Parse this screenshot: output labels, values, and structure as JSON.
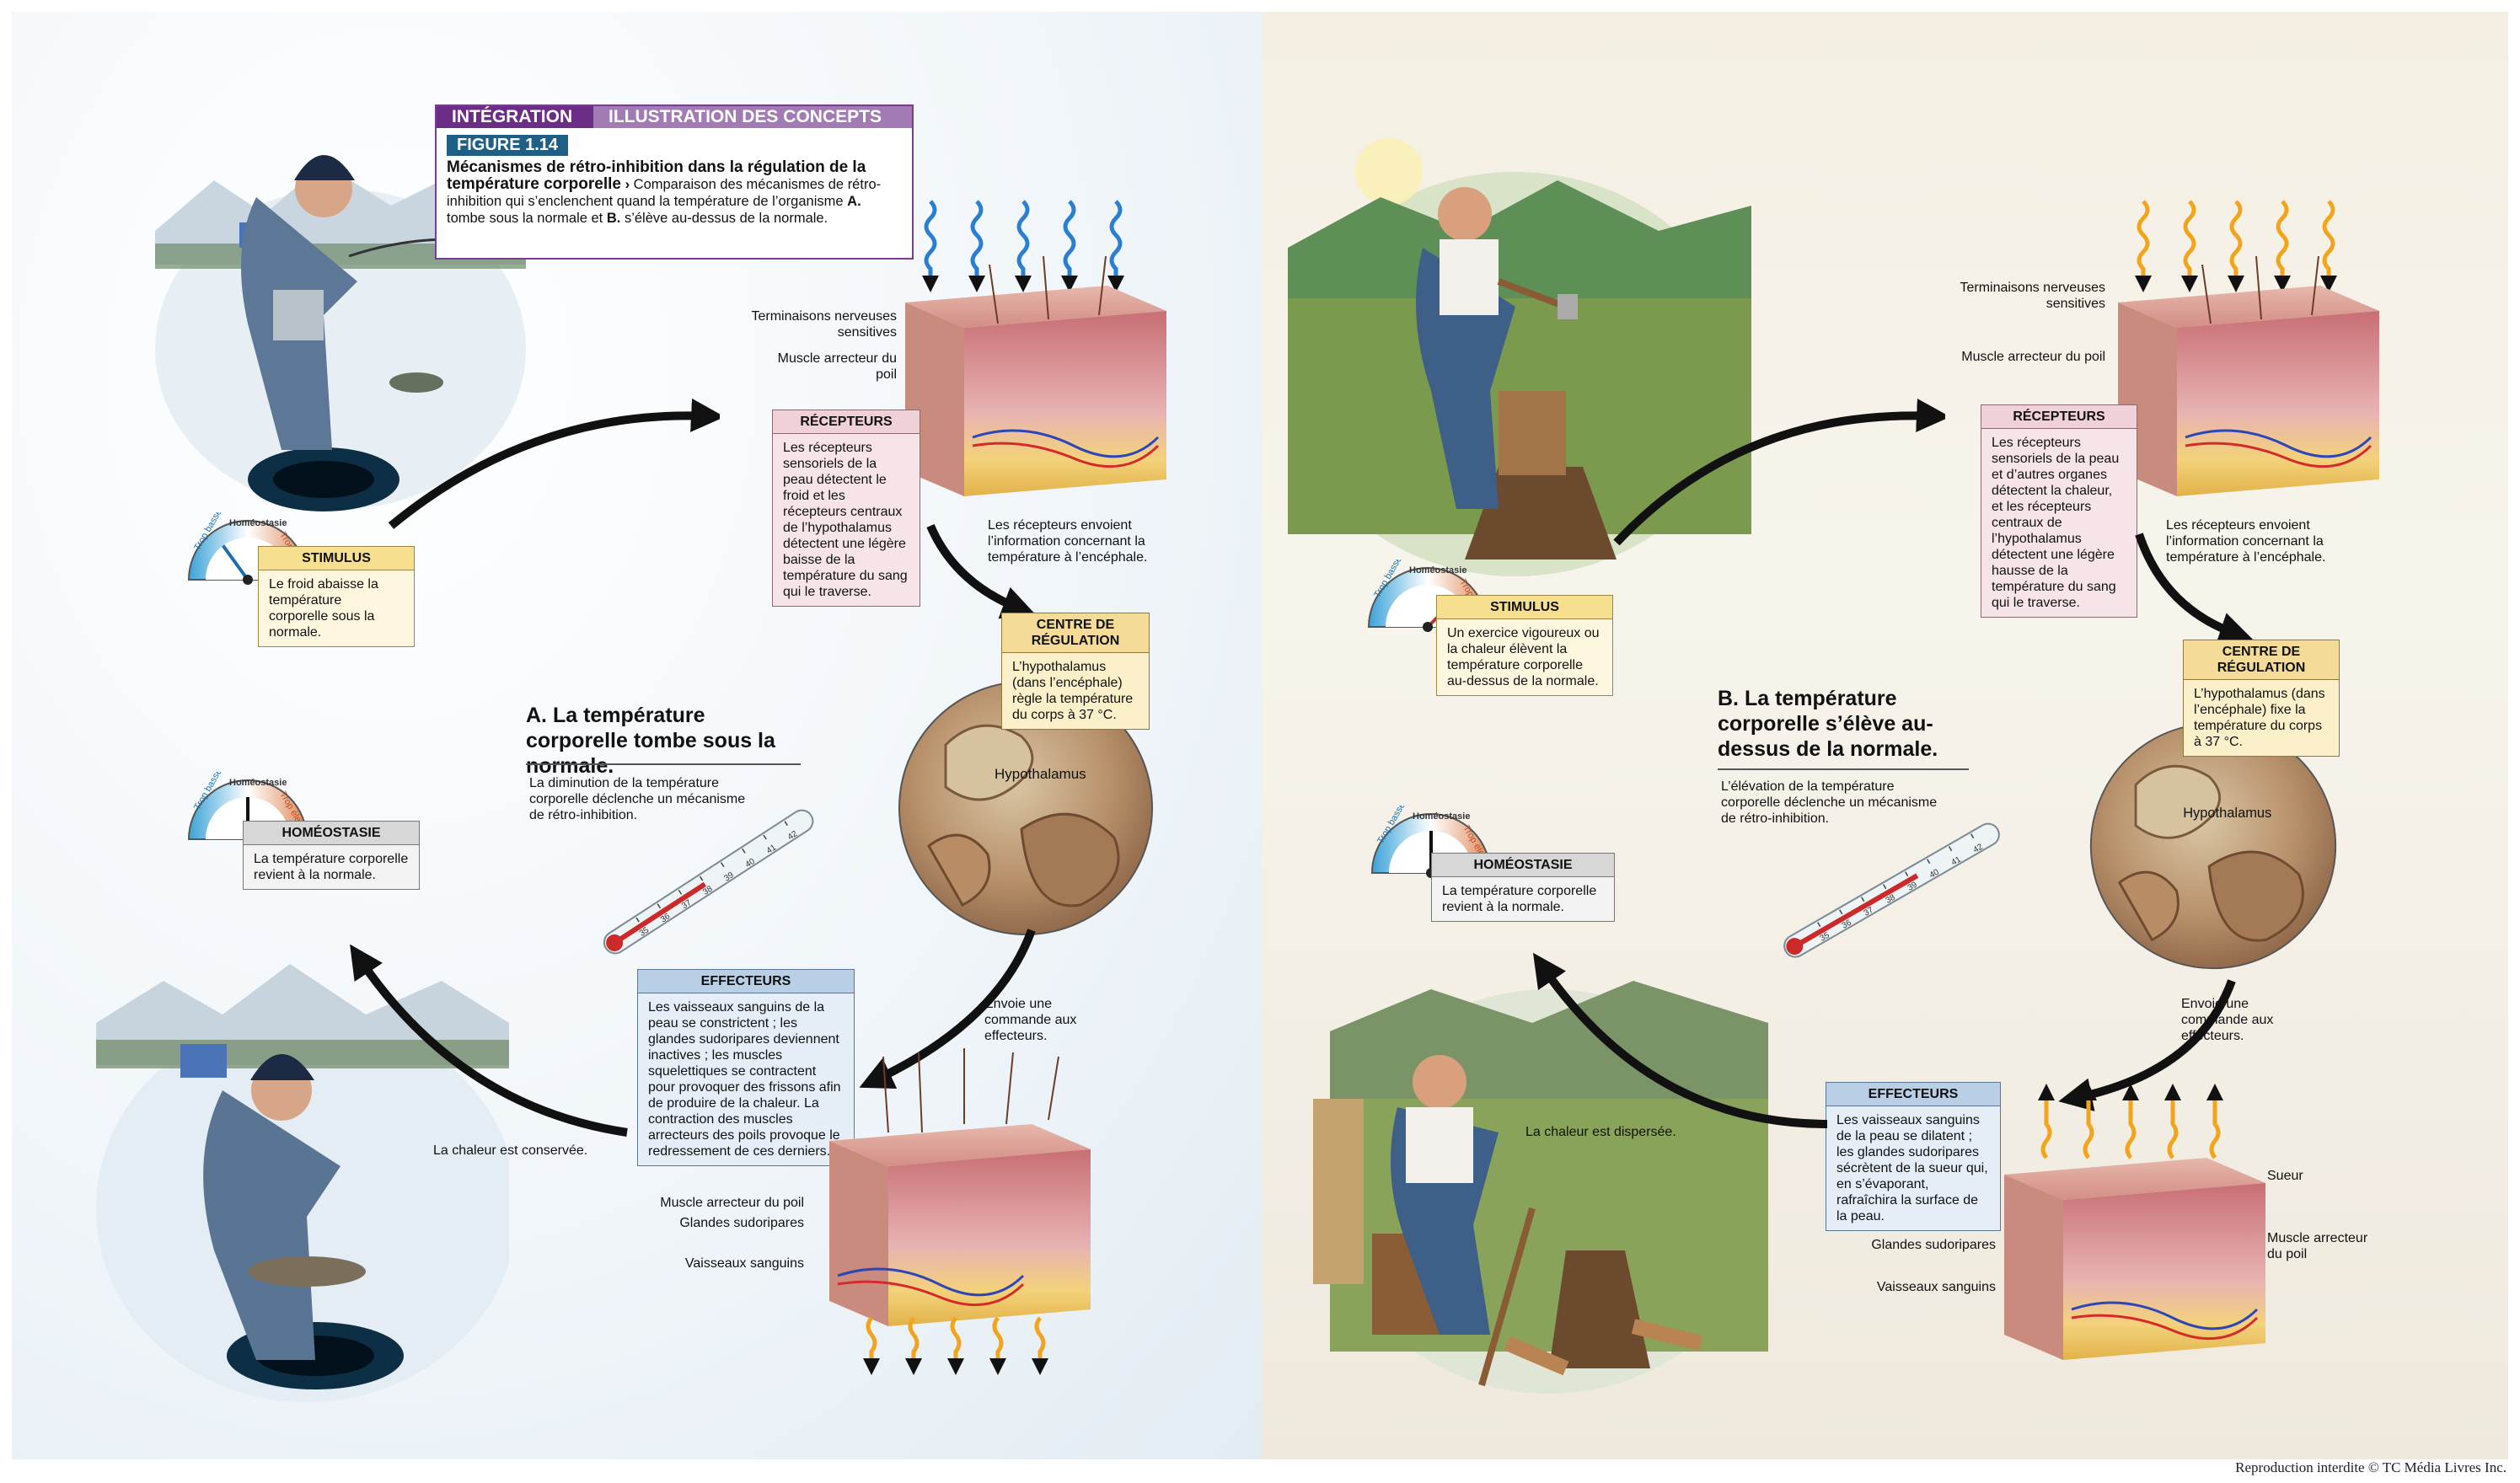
{
  "header": {
    "category": "INTÉGRATION",
    "subcategory": "ILLUSTRATION DES CONCEPTS",
    "figure_tag": "FIGURE 1.14",
    "title": "Mécanismes de rétro-inhibition dans la régulation de la température corporelle",
    "arrow_glyph": "›",
    "desc1": "Comparaison des mécanismes de rétro-inhibition qui s’enclenchent quand la température de l’organisme",
    "desc_a": "A.",
    "desc2": "tombe sous la normale et",
    "desc_b": "B.",
    "desc3": "s’élève au-dessus de la normale."
  },
  "gauge": {
    "low": "Trop basse",
    "mid": "Homéostasie",
    "high": "Trop élevée"
  },
  "left": {
    "title": "A. La température corporelle tombe sous la normale.",
    "subtitle": "La diminution de la température corporelle déclenche un mécanisme de rétro-inhibition.",
    "stimulus": {
      "heading": "STIMULUS",
      "text": "Le froid abaisse la température corporelle sous la normale.",
      "level": 0.3
    },
    "homeostasis": {
      "heading": "HOMÉOSTASIE",
      "text": "La température corporelle revient à la normale.",
      "level": 0.5
    },
    "receptors": {
      "heading": "RÉCEPTEURS",
      "text": "Les récepteurs sensoriels de la peau détectent le froid et les récepteurs centraux de l’hypothalamus détectent une légère baisse de la température du sang qui le traverse."
    },
    "arrow_to_center": "Les récepteurs envoient l’information concernant la température à l’encéphale.",
    "center": {
      "heading": "CENTRE DE RÉGULATION",
      "text": "L’hypothalamus (dans l’encéphale) règle la température du corps à 37 °C."
    },
    "hypothalamus": "Hypothalamus",
    "arrow_to_effectors": "Envoie une commande aux effecteurs.",
    "effectors": {
      "heading": "EFFECTEURS",
      "text": "Les vaisseaux sanguins de la peau se constrictent ; les glandes sudoripares deviennent inactives ; les muscles squelettiques se contractent pour provoquer des frissons afin de produire de la chaleur. La contraction des muscles arrecteurs des poils provoque le redressement de ces derniers."
    },
    "result": "La chaleur est conservée.",
    "skin_top_labels": [
      "Terminaisons nerveuses sensitives",
      "Muscle arrecteur du poil"
    ],
    "skin_bottom_labels": [
      "Muscle arrecteur du poil",
      "Glandes sudoripares",
      "Vaisseaux sanguins"
    ],
    "thermometer_ticks": [
      "35",
      "36",
      "37",
      "38",
      "39",
      "40",
      "41",
      "42"
    ]
  },
  "right": {
    "title": "B. La température corporelle s’élève au-dessus de la normale.",
    "subtitle": "L’élévation de la température corporelle déclenche un mécanisme de rétro-inhibition.",
    "stimulus": {
      "heading": "STIMULUS",
      "text": "Un exercice vigoureux ou la chaleur élèvent la température corporelle au-dessus de la normale.",
      "level": 0.75
    },
    "homeostasis": {
      "heading": "HOMÉOSTASIE",
      "text": "La température corporelle revient à la normale.",
      "level": 0.5
    },
    "receptors": {
      "heading": "RÉCEPTEURS",
      "text": "Les récepteurs sensoriels de la peau et d’autres organes détectent la chaleur, et les récepteurs centraux de l’hypothalamus détectent une légère hausse de la température du sang qui le traverse."
    },
    "arrow_to_center": "Les récepteurs envoient l’information concernant la température à l’encéphale.",
    "center": {
      "heading": "CENTRE DE RÉGULATION",
      "text": "L’hypothalamus (dans l’encéphale) fixe la température du corps à 37 °C."
    },
    "hypothalamus": "Hypothalamus",
    "arrow_to_effectors": "Envoie une commande aux effecteurs.",
    "effectors": {
      "heading": "EFFECTEURS",
      "text": "Les vaisseaux sanguins de la peau se dilatent ; les glandes sudoripares sécrètent de la sueur qui, en s’évaporant, rafraîchira la surface de la peau."
    },
    "result": "La chaleur est dispersée.",
    "skin_top_labels": [
      "Terminaisons nerveuses sensitives",
      "Muscle arrecteur du poil"
    ],
    "skin_bottom_labels": [
      "Sueur",
      "Muscle arrecteur du poil",
      "Glandes sudoripares",
      "Vaisseaux sanguins"
    ],
    "thermometer_ticks": [
      "35",
      "36",
      "37",
      "38",
      "39",
      "40",
      "41",
      "42"
    ]
  },
  "footer": "Reproduction interdite © TC Média Livres Inc."
}
